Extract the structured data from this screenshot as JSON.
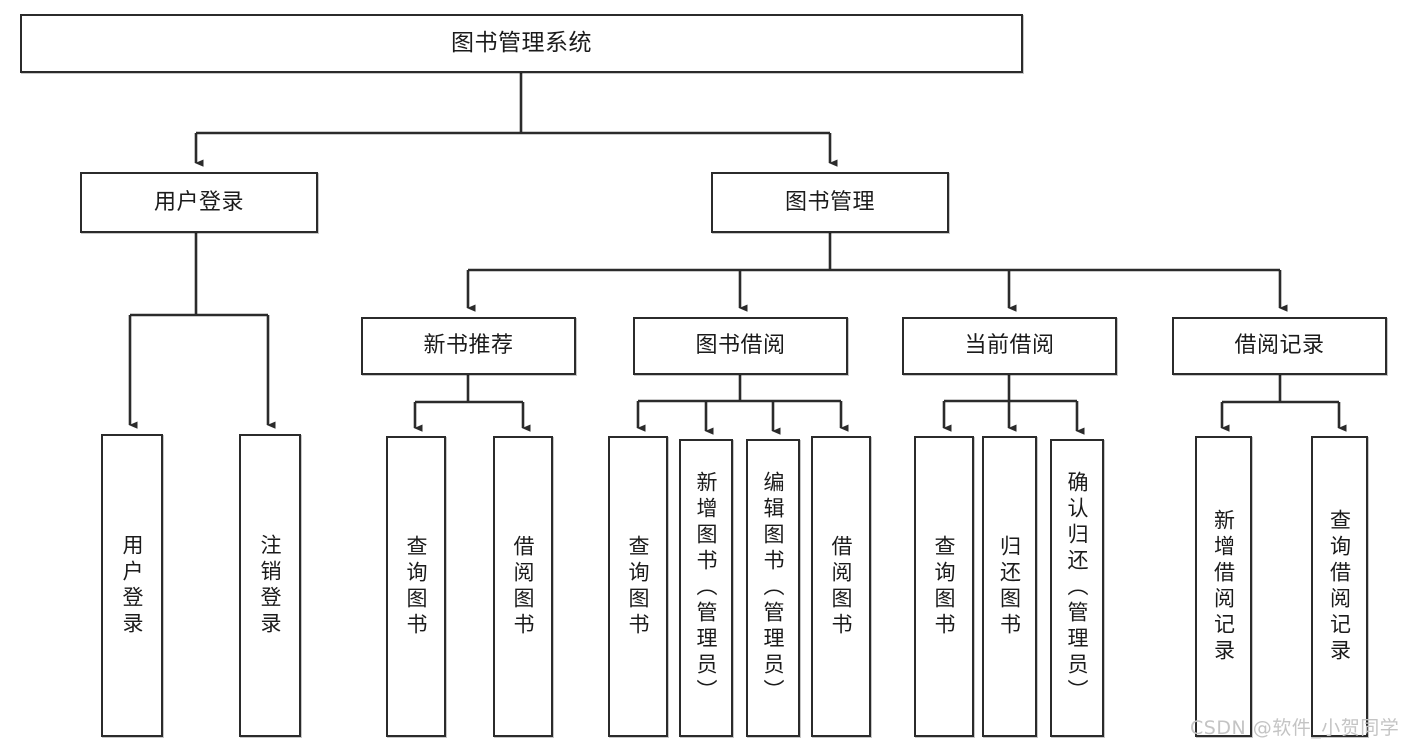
{
  "diagram": {
    "title": "图书管理系统",
    "watermark": "CSDN @软件_小贺同学",
    "colors": {
      "stroke": "#2b2b2b",
      "fill": "#ffffff",
      "text": "#1b1b1b",
      "watermark": "#c4c4c4"
    },
    "root": {
      "label": "图书管理系统"
    },
    "level2": [
      {
        "label": "用户登录"
      },
      {
        "label": "图书管理"
      }
    ],
    "level3": [
      {
        "label": "新书推荐"
      },
      {
        "label": "图书借阅"
      },
      {
        "label": "当前借阅"
      },
      {
        "label": "借阅记录"
      }
    ],
    "leaves": {
      "user_login": [
        {
          "label": "用户登录"
        },
        {
          "label": "注销登录"
        }
      ],
      "new_book": [
        {
          "label": "查询图书"
        },
        {
          "label": "借阅图书"
        }
      ],
      "book_borrow": [
        {
          "label": "查询图书"
        },
        {
          "label": "新增图书（管理员）"
        },
        {
          "label": "编辑图书（管理员）"
        },
        {
          "label": "借阅图书"
        }
      ],
      "current_borrow": [
        {
          "label": "查询图书"
        },
        {
          "label": "归还图书"
        },
        {
          "label": "确认归还（管理员）"
        }
      ],
      "borrow_record": [
        {
          "label": "新增借阅记录"
        },
        {
          "label": "查询借阅记录"
        }
      ]
    }
  }
}
